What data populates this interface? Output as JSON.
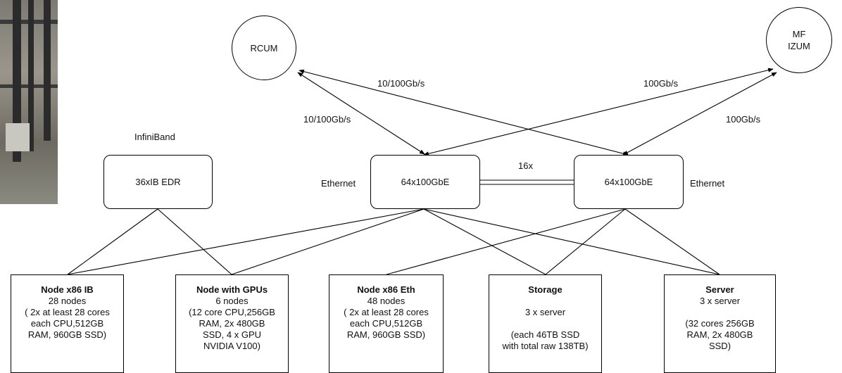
{
  "circles": {
    "rcum": "RCUM",
    "mf_izum_line1": "MF",
    "mf_izum_line2": "IZUM"
  },
  "links": {
    "rcum_cross": "10/100Gb/s",
    "rcum_left": "10/100Gb/s",
    "mf_cross": "100Gb/s",
    "mf_right": "100Gb/s",
    "interswitch": "16x"
  },
  "switches": {
    "infiniband_label": "InfiniBand",
    "ib": "36xIB EDR",
    "eth_left_label": "Ethernet",
    "eth1": "64x100GbE",
    "eth2": "64x100GbE",
    "eth_right_label": "Ethernet"
  },
  "nodes": [
    {
      "title": "Node x86 IB",
      "body": "28 nodes\n( 2x at least 28 cores\neach CPU,512GB\nRAM, 960GB SSD)"
    },
    {
      "title": "Node with GPUs",
      "body": "6 nodes\n(12 core CPU,256GB\nRAM, 2x 480GB\nSSD, 4 x GPU\nNVIDIA V100)"
    },
    {
      "title": "Node x86 Eth",
      "body": "48 nodes\n( 2x at least 28 cores\neach CPU,512GB\nRAM, 960GB SSD)"
    },
    {
      "title": "Storage",
      "body": "\n3 x server\n\n(each 46TB SSD\nwith total raw 138TB)"
    },
    {
      "title": "Server",
      "body": "3 x server\n\n(32 cores 256GB\nRAM, 2x 480GB\nSSD)"
    }
  ]
}
